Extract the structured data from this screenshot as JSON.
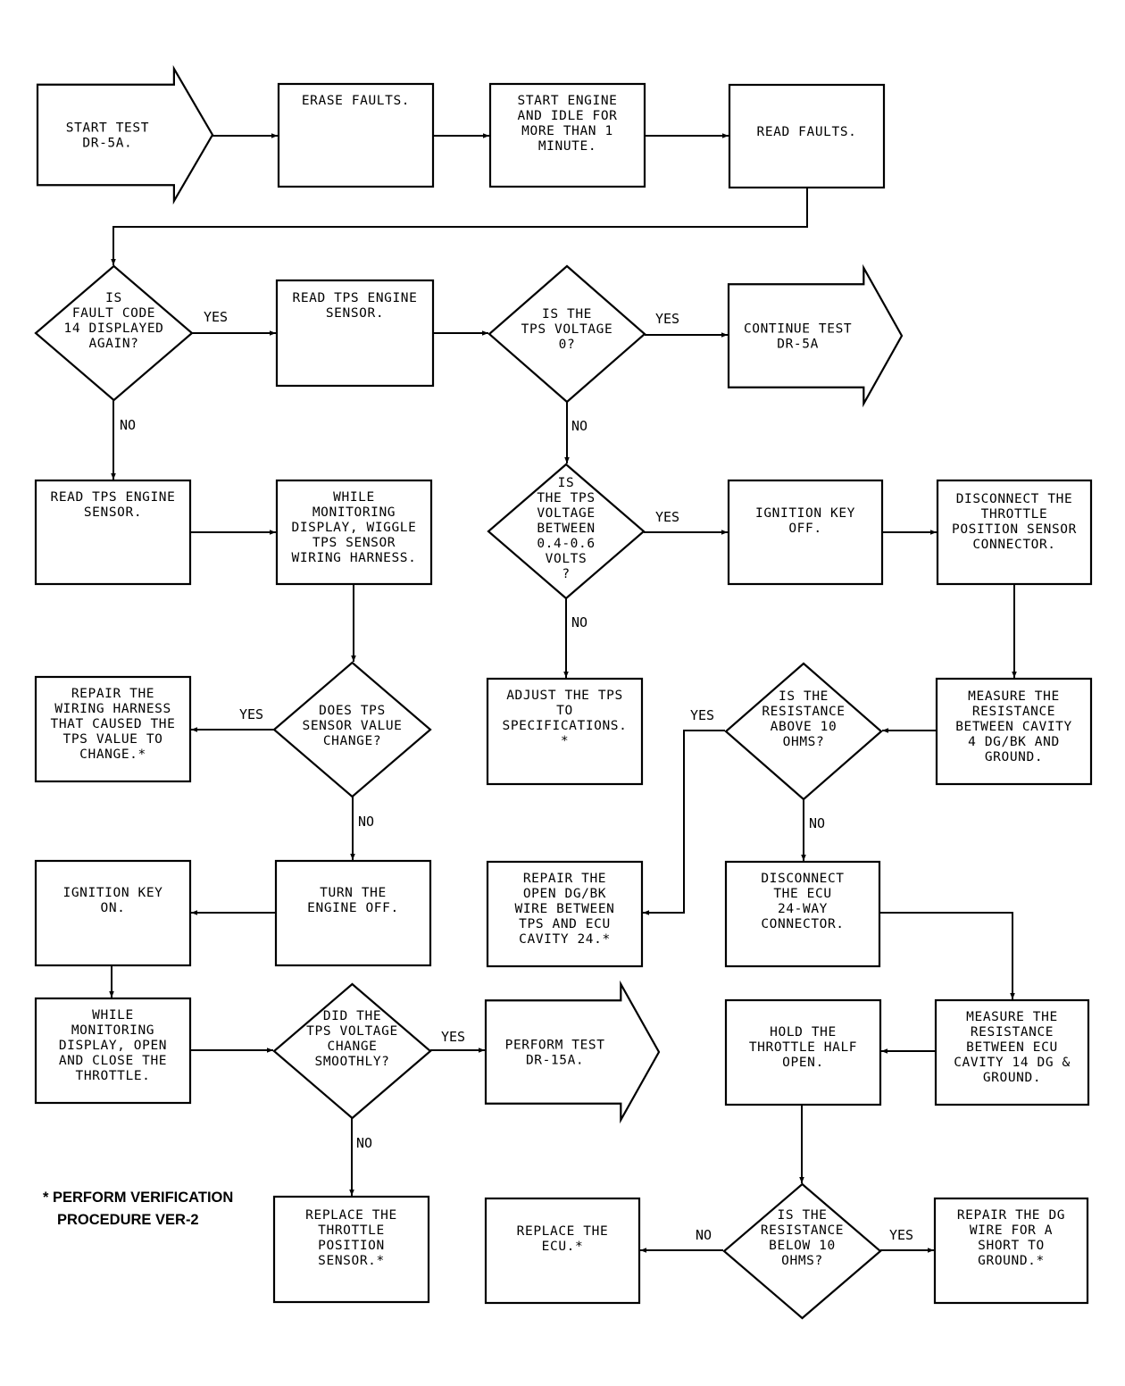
{
  "nodes": {
    "start": [
      "START TEST",
      "DR-5A."
    ],
    "erase": [
      "ERASE FAULTS."
    ],
    "idle": [
      "START ENGINE",
      "AND IDLE FOR",
      "MORE THAN 1",
      "MINUTE."
    ],
    "read_faults": [
      "READ FAULTS."
    ],
    "q_fault14": [
      "IS",
      "FAULT CODE",
      "14 DISPLAYED",
      "AGAIN?"
    ],
    "read_tps_top": [
      "READ TPS ENGINE",
      "SENSOR."
    ],
    "q_tps_0": [
      "IS THE",
      "TPS VOLTAGE",
      "0?"
    ],
    "continue": [
      "CONTINUE TEST",
      "DR-5A"
    ],
    "read_tps_left": [
      "READ TPS ENGINE",
      "SENSOR."
    ],
    "wiggle": [
      "WHILE",
      "MONITORING",
      "DISPLAY, WIGGLE",
      "TPS SENSOR",
      "WIRING HARNESS."
    ],
    "q_tps_range": [
      "IS",
      "THE TPS",
      "VOLTAGE",
      "BETWEEN",
      "0.4-0.6",
      "VOLTS",
      "?"
    ],
    "key_off": [
      "IGNITION KEY",
      "OFF."
    ],
    "disconnect_tps": [
      "DISCONNECT THE",
      "THROTTLE",
      "POSITION SENSOR",
      "CONNECTOR."
    ],
    "repair_harness": [
      "REPAIR THE",
      "WIRING HARNESS",
      "THAT CAUSED THE",
      "TPS VALUE TO",
      "CHANGE.*"
    ],
    "q_value_change": [
      "DOES TPS",
      "SENSOR VALUE",
      "CHANGE?"
    ],
    "adjust_tps": [
      "ADJUST THE TPS",
      "TO",
      "SPECIFICATIONS.",
      "*"
    ],
    "q_above10": [
      "IS THE",
      "RESISTANCE",
      "ABOVE 10",
      "OHMS?"
    ],
    "measure_c4": [
      "MEASURE THE",
      "RESISTANCE",
      "BETWEEN CAVITY",
      "4 DG/BK AND",
      "GROUND."
    ],
    "key_on": [
      "IGNITION KEY",
      "ON."
    ],
    "engine_off": [
      "TURN THE",
      "ENGINE OFF."
    ],
    "repair_open": [
      "REPAIR THE",
      "OPEN DG/BK",
      "WIRE BETWEEN",
      "TPS AND ECU",
      "CAVITY 24.*"
    ],
    "disconnect_ecu": [
      "DISCONNECT",
      "THE ECU",
      "24-WAY",
      "CONNECTOR."
    ],
    "open_close": [
      "WHILE",
      "MONITORING",
      "DISPLAY, OPEN",
      "AND CLOSE THE",
      "THROTTLE."
    ],
    "q_smooth": [
      "DID THE",
      "TPS VOLTAGE",
      "CHANGE",
      "SMOOTHLY?"
    ],
    "perform15": [
      "PERFORM TEST",
      "DR-15A."
    ],
    "hold_half": [
      "HOLD THE",
      "THROTTLE HALF",
      "OPEN."
    ],
    "measure_c14": [
      "MEASURE THE",
      "RESISTANCE",
      "BETWEEN ECU",
      "CAVITY 14 DG &",
      "GROUND."
    ],
    "replace_tps": [
      "REPLACE THE",
      "THROTTLE",
      "POSITION",
      "SENSOR.*"
    ],
    "replace_ecu": [
      "REPLACE THE",
      "ECU.*"
    ],
    "q_below10": [
      "IS THE",
      "RESISTANCE",
      "BELOW 10",
      "OHMS?"
    ],
    "repair_short": [
      "REPAIR THE DG",
      "WIRE FOR A",
      "SHORT TO",
      "GROUND.*"
    ]
  },
  "labels": {
    "yes": "YES",
    "no": "NO"
  },
  "footnote": [
    "* PERFORM VERIFICATION",
    "PROCEDURE VER-2"
  ]
}
